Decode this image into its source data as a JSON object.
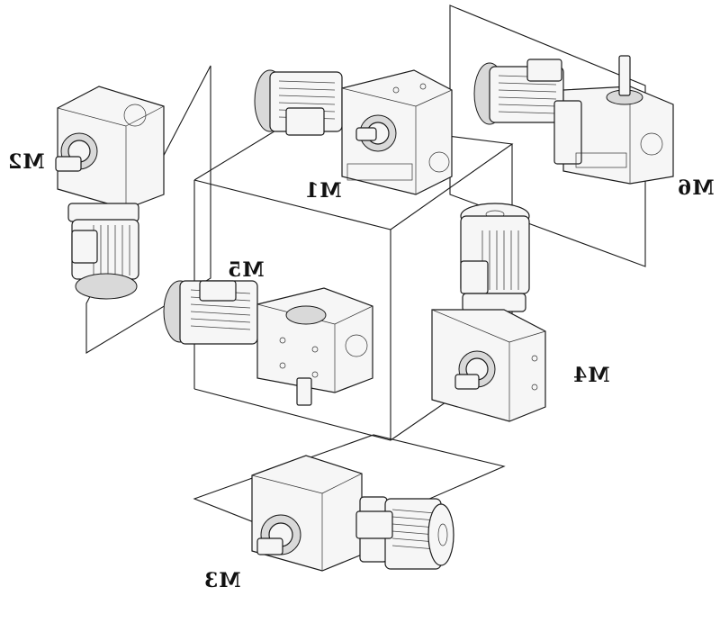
{
  "labels": {
    "m1": "M1",
    "m2": "M2",
    "m3": "M3",
    "m4": "M4",
    "m5": "M5",
    "m6": "M6"
  }
}
